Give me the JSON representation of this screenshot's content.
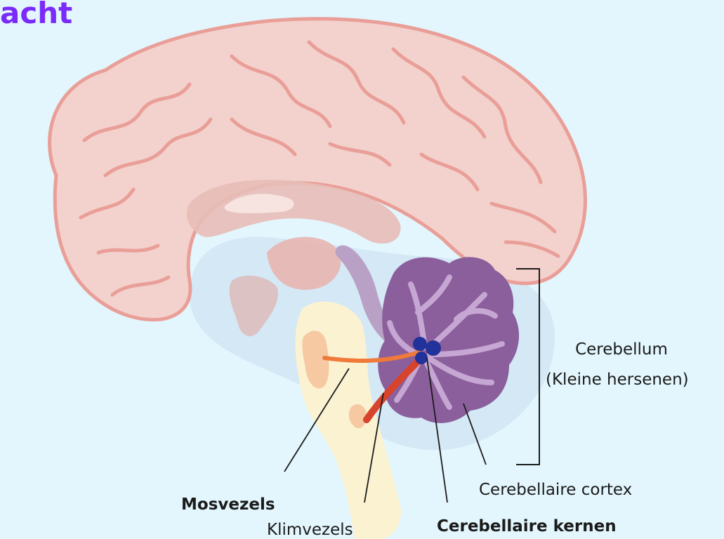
{
  "title": "acht",
  "labels": {
    "cerebellum": "Cerebellum",
    "cerebellum_sub": "(Kleine hersenen)",
    "cortex": "Cerebellaire cortex",
    "mossy": "Mosvezels",
    "climbing": "Klimvezels",
    "nuclei": "Cerebellaire kernen"
  },
  "colors": {
    "background": "#e3f6fd",
    "title": "#7b2bf9",
    "cerebrum": "#f3d1cd",
    "cerebrum_outline": "#e99f98",
    "cerebellum": "#8b5f9c",
    "cerebellum_white_matter": "#c6a6d3",
    "nuclei": "#23329a",
    "mossy_fibers": "#ef7a3a",
    "climbing_fibers": "#d8432b",
    "brainstem": "#fbf2d2"
  }
}
